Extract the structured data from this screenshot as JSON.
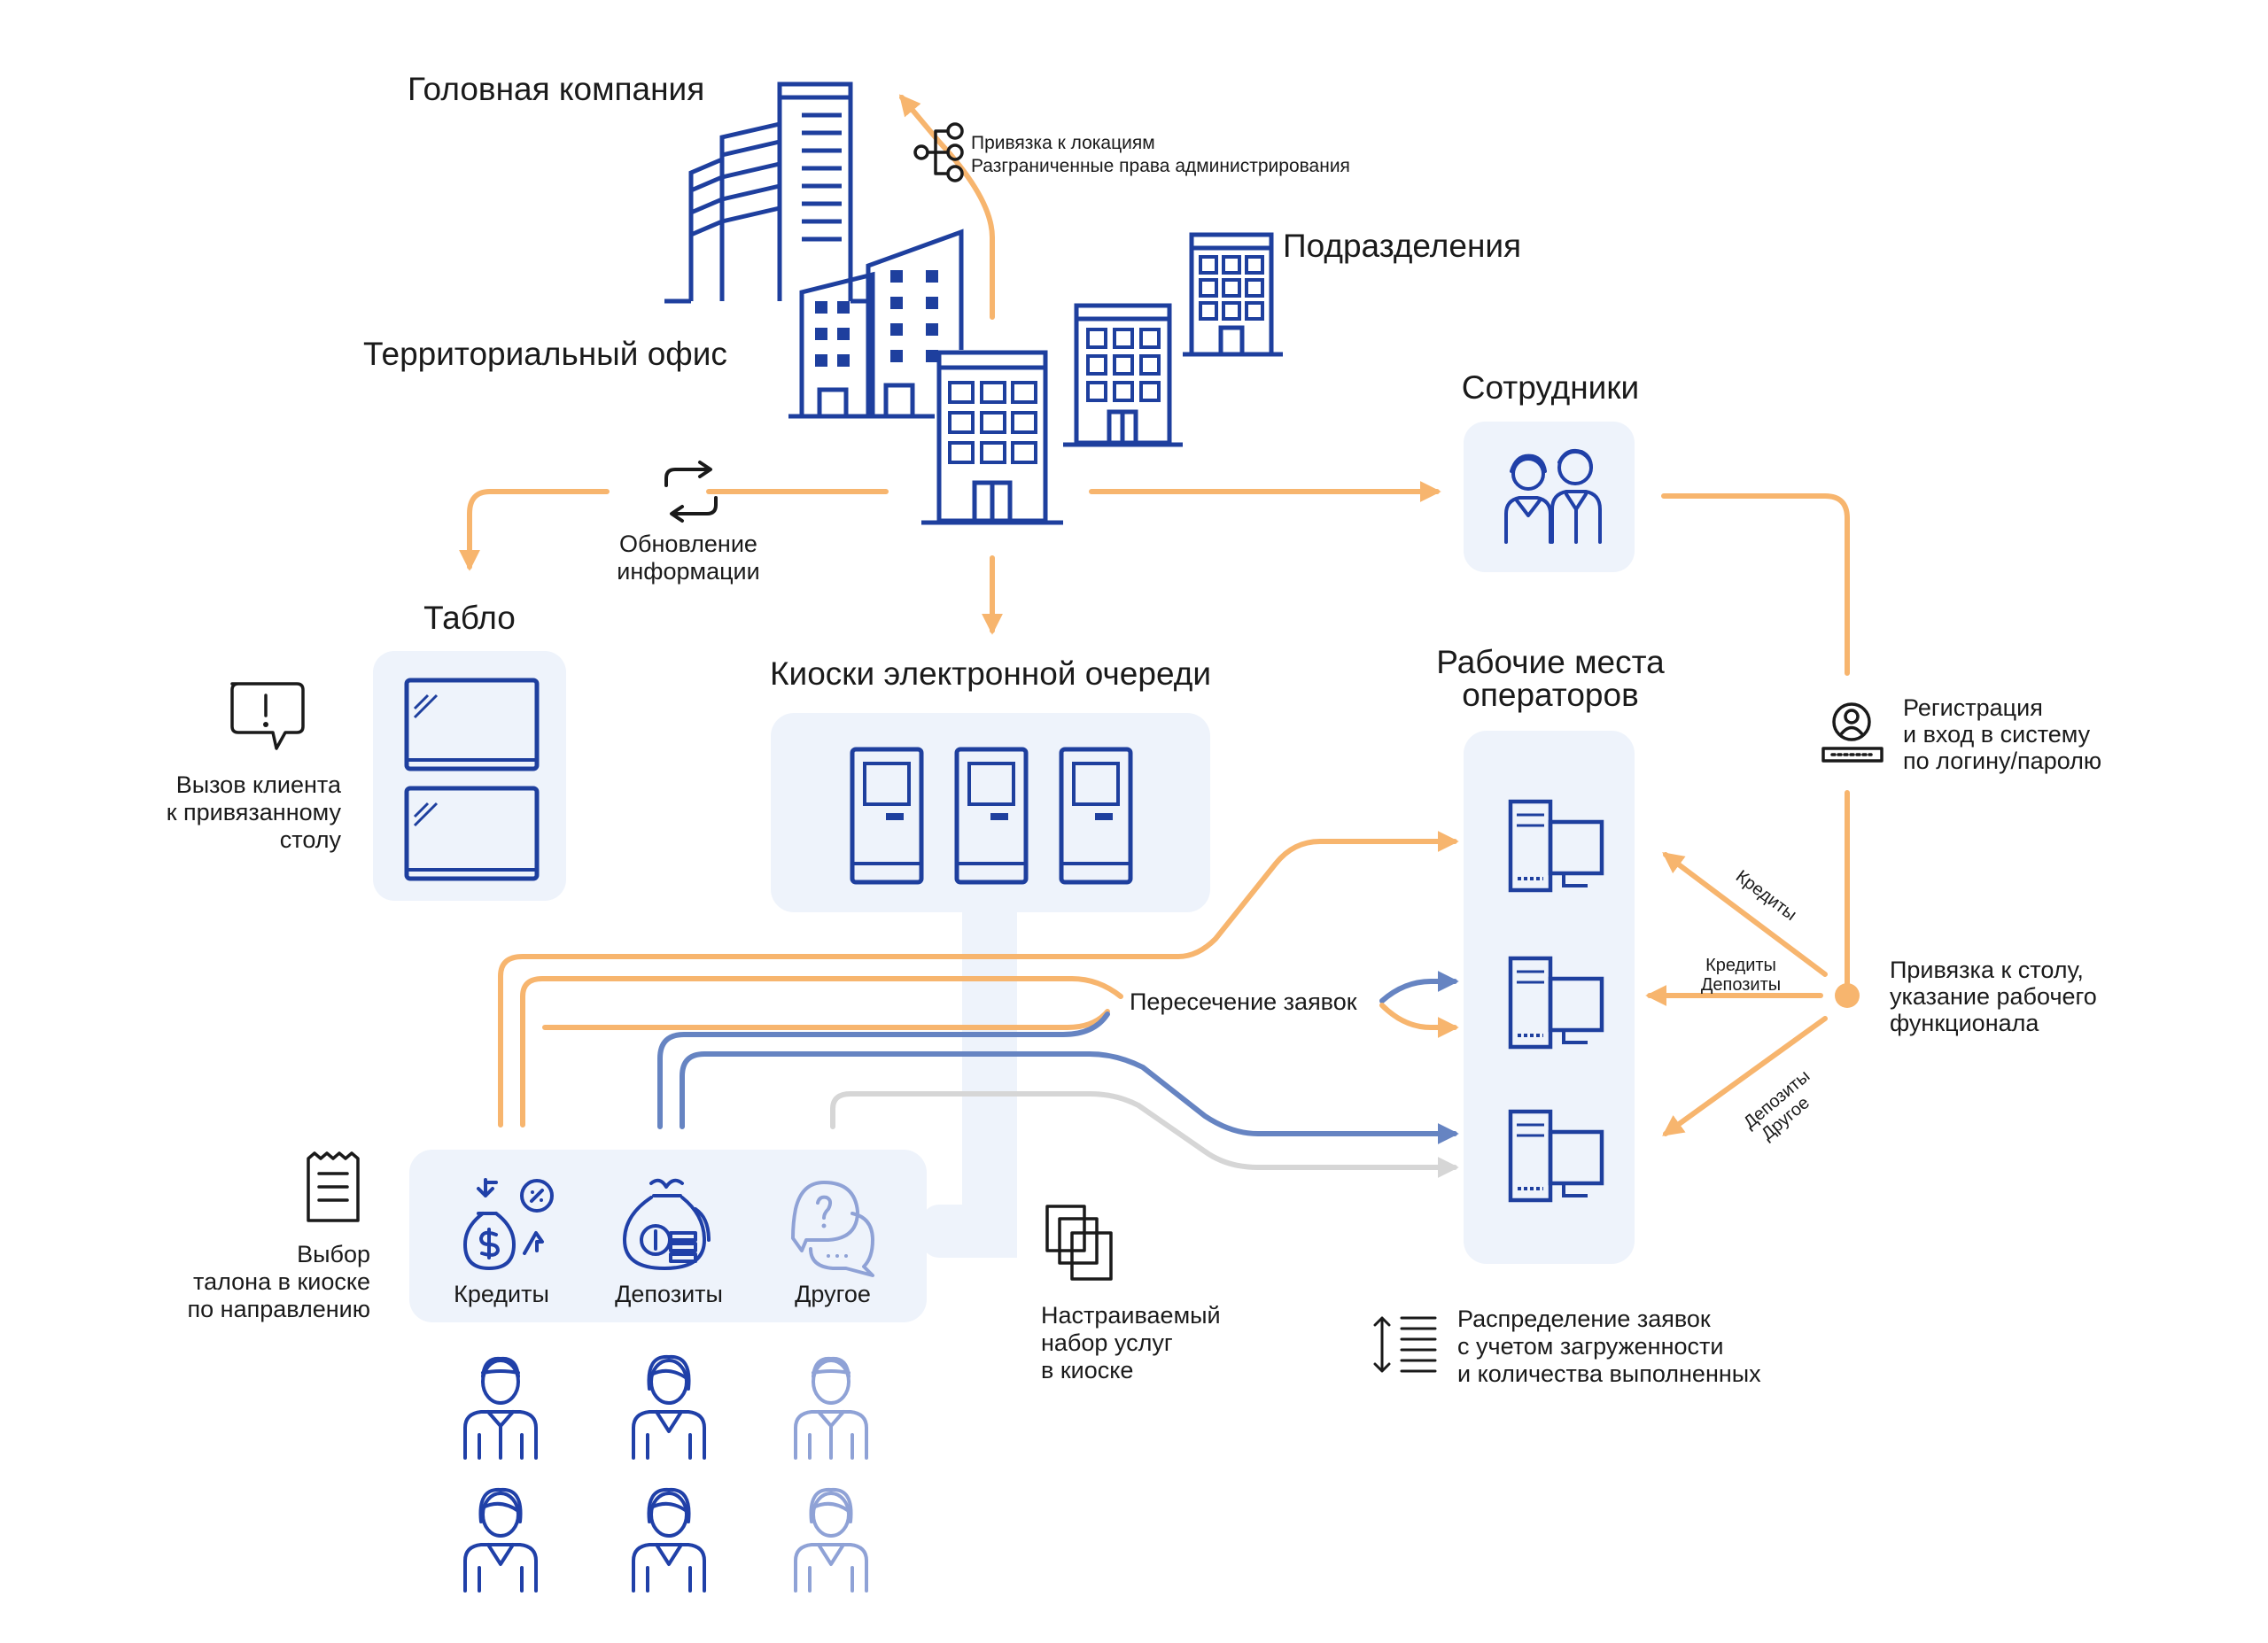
{
  "labels": {
    "head_company": "Головная компания",
    "territorial_office": "Территориальный офис",
    "divisions": "Подразделения",
    "employees": "Сотрудники",
    "tablo": "Табло",
    "kiosks": "Киоски электронной очереди",
    "workplaces_1": "Рабочие места",
    "workplaces_2": "операторов"
  },
  "notes": {
    "binding_1": "Привязка к локациям",
    "binding_2": "Разграниченные права администрирования",
    "update_1": "Обновление",
    "update_2": "информации",
    "call_1": "Вызов клиента",
    "call_2": "к привязанному",
    "call_3": "столу",
    "registration_1": "Регистрация",
    "registration_2": "и вход в систему",
    "registration_3": "по логину/паролю",
    "desk_1": "Привязка к столу,",
    "desk_2": "указание рабочего",
    "desk_3": "функционала",
    "crossing": "Пересечение заявок",
    "ticket_1": "Выбор",
    "ticket_2": "талона в киоске",
    "ticket_3": "по направлению",
    "services_1": "Настраиваемый",
    "services_2": "набор услуг",
    "services_3": "в киоске",
    "distribution_1": "Распределение заявок",
    "distribution_2": "с учетом загруженности",
    "distribution_3": "и количества выполненных"
  },
  "arrow_labels": {
    "credits": "Кредиты",
    "credits_deposits_1": "Кредиты",
    "credits_deposits_2": "Депозиты",
    "deposits_other_1": "Депозиты",
    "deposits_other_2": "Другое"
  },
  "services": {
    "credits": "Кредиты",
    "deposits": "Депозиты",
    "other": "Другое"
  },
  "colors": {
    "orange": "#f7b56e",
    "blue_line": "#6684c2",
    "gray_line": "#d6d6d6",
    "dark_blue": "#1e3f9e",
    "panel": "#eef3fb"
  },
  "icons": [
    "buildings-icon",
    "hierarchy-icon",
    "refresh-icon",
    "employees-icon",
    "display-icon",
    "alert-bubble-icon",
    "kiosk-icon",
    "computer-icon",
    "user-login-icon",
    "receipt-icon",
    "money-bag-icon",
    "deposit-bag-icon",
    "question-chat-icon",
    "copy-stack-icon",
    "sort-lines-icon",
    "person-icon"
  ]
}
